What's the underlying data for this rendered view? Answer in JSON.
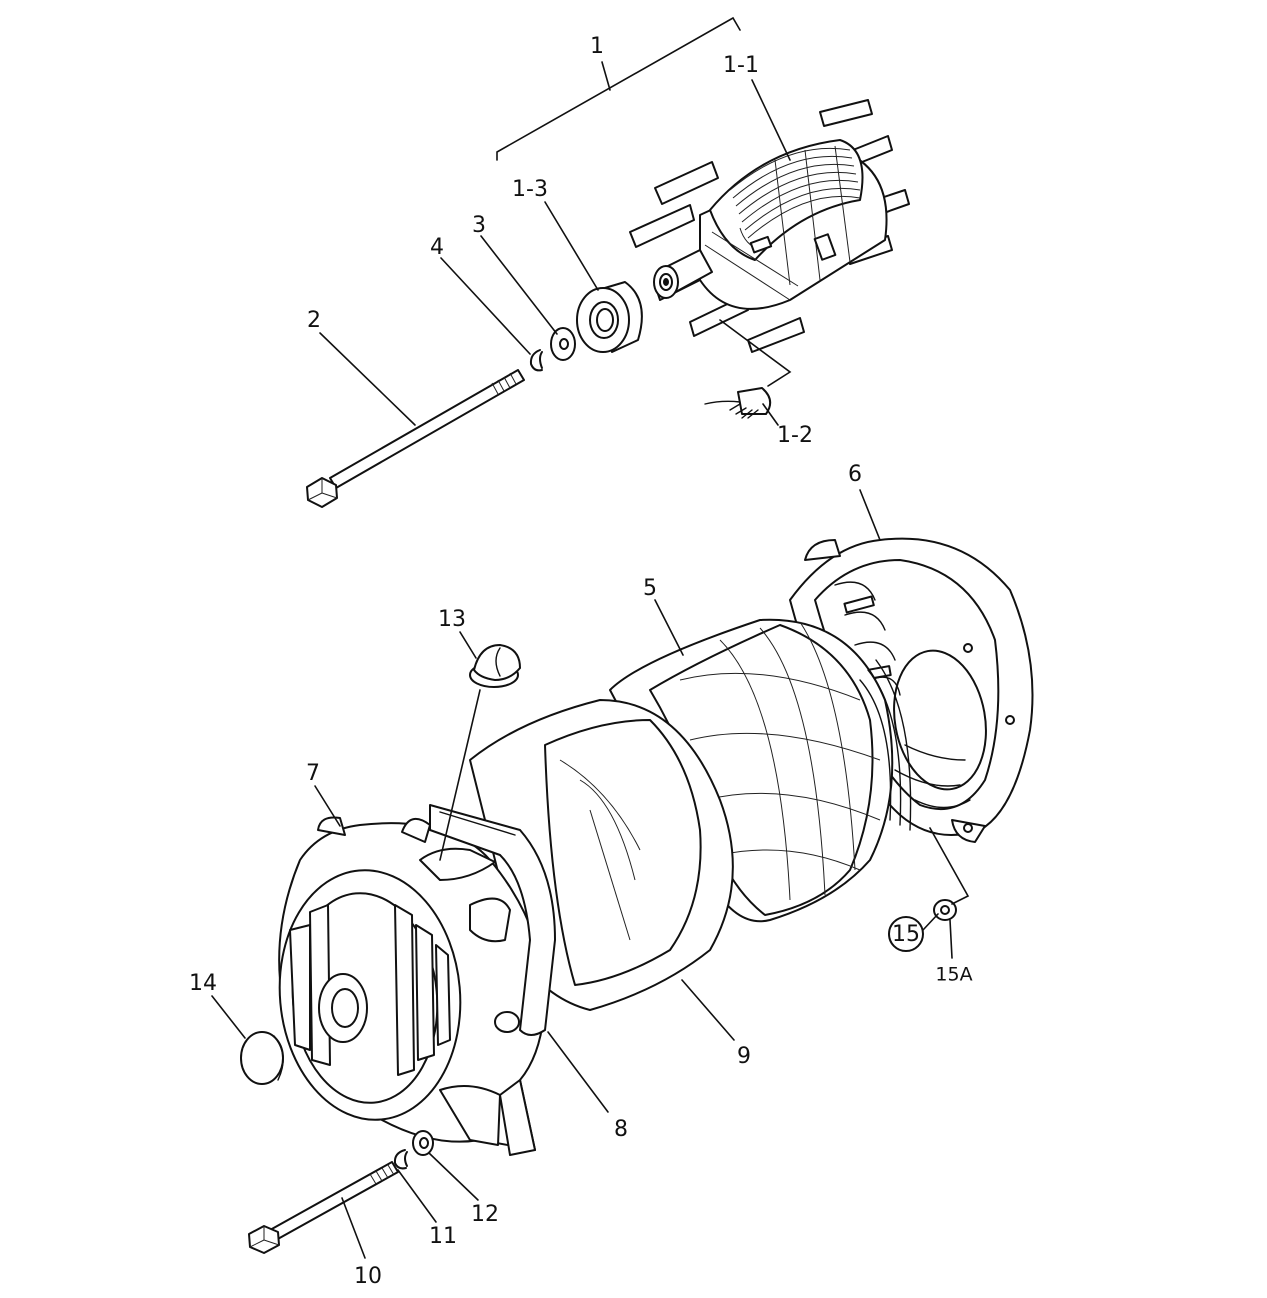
{
  "callouts": {
    "c1": "1",
    "c1_1": "1-1",
    "c1_2": "1-2",
    "c1_3": "1-3",
    "c2": "2",
    "c3": "3",
    "c4": "4",
    "c5": "5",
    "c6": "6",
    "c7": "7",
    "c8": "8",
    "c9": "9",
    "c10": "10",
    "c11": "11",
    "c12": "12",
    "c13": "13",
    "c14": "14",
    "c15": "15",
    "c15a": "15A"
  },
  "colors": {
    "line": "#111111",
    "paper": "#ffffff"
  }
}
